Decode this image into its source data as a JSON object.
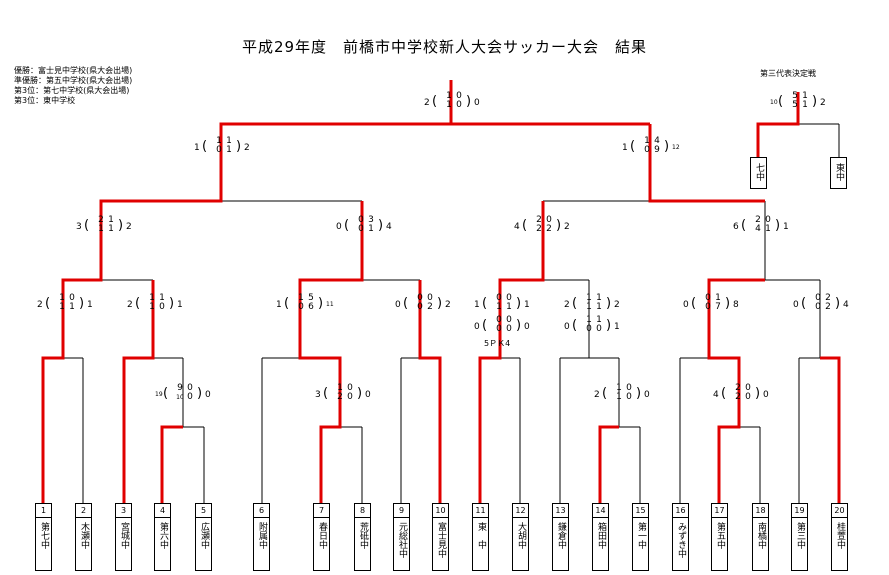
{
  "title": "平成29年度　前橋市中学校新人大会サッカー大会　結果",
  "results": [
    "優勝：富士見中学校(県大会出場)",
    "準優勝：第五中学校(県大会出場)",
    "第3位：第七中学校(県大会出場)",
    "第3位：東中学校"
  ],
  "playoff_title": "第三代表決定戦",
  "teams": [
    {
      "num": "1",
      "name": "第七中"
    },
    {
      "num": "2",
      "name": "木瀬中"
    },
    {
      "num": "3",
      "name": "宮城中"
    },
    {
      "num": "4",
      "name": "第六中"
    },
    {
      "num": "5",
      "name": "広瀬中"
    },
    {
      "num": "6",
      "name": "附属中"
    },
    {
      "num": "7",
      "name": "春日中"
    },
    {
      "num": "8",
      "name": "荒砥中"
    },
    {
      "num": "9",
      "name": "元総社中"
    },
    {
      "num": "10",
      "name": "富士見中"
    },
    {
      "num": "11",
      "name": "東　中"
    },
    {
      "num": "12",
      "name": "大胡中"
    },
    {
      "num": "13",
      "name": "鎌倉中"
    },
    {
      "num": "14",
      "name": "箱田中"
    },
    {
      "num": "15",
      "name": "第一中"
    },
    {
      "num": "16",
      "name": "みずき中"
    },
    {
      "num": "17",
      "name": "第五中"
    },
    {
      "num": "18",
      "name": "南橘中"
    },
    {
      "num": "19",
      "name": "第三中"
    },
    {
      "num": "20",
      "name": "桂萱中"
    }
  ],
  "playoff_teams": [
    {
      "name": "七中"
    },
    {
      "name": "東中"
    }
  ],
  "scores": {
    "final": {
      "l": "2",
      "h1": "1",
      "h2": "0",
      "h3": "1",
      "h4": "0",
      "r": "0"
    },
    "sf1": {
      "l": "1",
      "h1": "1",
      "h2": "1",
      "h3": "0",
      "h4": "1",
      "r": "2"
    },
    "sf2": {
      "l": "1",
      "h1": "1",
      "h2": "4",
      "h3": "0",
      "h4": "9",
      "r": "12"
    },
    "qf1": {
      "l": "3",
      "h1": "2",
      "h2": "1",
      "h3": "1",
      "h4": "1",
      "r": "2"
    },
    "qf2": {
      "l": "0",
      "h1": "0",
      "h2": "3",
      "h3": "0",
      "h4": "1",
      "r": "4"
    },
    "qf3": {
      "l": "4",
      "h1": "2",
      "h2": "0",
      "h3": "2",
      "h4": "2",
      "r": "2"
    },
    "qf4": {
      "l": "6",
      "h1": "2",
      "h2": "0",
      "h3": "4",
      "h4": "1",
      "r": "1"
    },
    "r2a": {
      "l": "2",
      "h1": "1",
      "h2": "0",
      "h3": "1",
      "h4": "1",
      "r": "1"
    },
    "r2b": {
      "l": "2",
      "h1": "1",
      "h2": "1",
      "h3": "1",
      "h4": "0",
      "r": "1"
    },
    "r2c": {
      "l": "1",
      "h1": "1",
      "h2": "5",
      "h3": "0",
      "h4": "6",
      "r": "11"
    },
    "r2d": {
      "l": "0",
      "h1": "0",
      "h2": "0",
      "h3": "0",
      "h4": "2",
      "r": "2"
    },
    "r2e": {
      "l": "1",
      "h1": "0",
      "h2": "0",
      "h3": "1",
      "h4": "1",
      "r": "1"
    },
    "r2e_et": {
      "l": "0",
      "h1": "0",
      "h2": "0",
      "h3": "0",
      "h4": "0",
      "r": "0"
    },
    "r2f": {
      "l": "2",
      "h1": "1",
      "h2": "1",
      "h3": "1",
      "h4": "1",
      "r": "2"
    },
    "r2f_et": {
      "l": "0",
      "h1": "1",
      "h2": "1",
      "h3": "0",
      "h4": "0",
      "r": "1"
    },
    "r2g": {
      "l": "0",
      "h1": "0",
      "h2": "1",
      "h3": "0",
      "h4": "7",
      "r": "8"
    },
    "r2h": {
      "l": "0",
      "h1": "0",
      "h2": "2",
      "h3": "0",
      "h4": "2",
      "r": "4"
    },
    "r1a": {
      "l": "19",
      "h1": "9",
      "h2": "0",
      "h3": "10",
      "h4": "0",
      "r": "0"
    },
    "r1b": {
      "l": "3",
      "h1": "1",
      "h2": "0",
      "h3": "2",
      "h4": "0",
      "r": "0"
    },
    "r1c": {
      "l": "2",
      "h1": "1",
      "h2": "0",
      "h3": "1",
      "h4": "0",
      "r": "0"
    },
    "r1d": {
      "l": "4",
      "h1": "2",
      "h2": "0",
      "h3": "2",
      "h4": "0",
      "r": "0"
    },
    "playoff": {
      "l": "10",
      "h1": "5",
      "h2": "1",
      "h3": "5",
      "h4": "1",
      "r": "2"
    }
  },
  "pk_text": "5ＰＫ4"
}
